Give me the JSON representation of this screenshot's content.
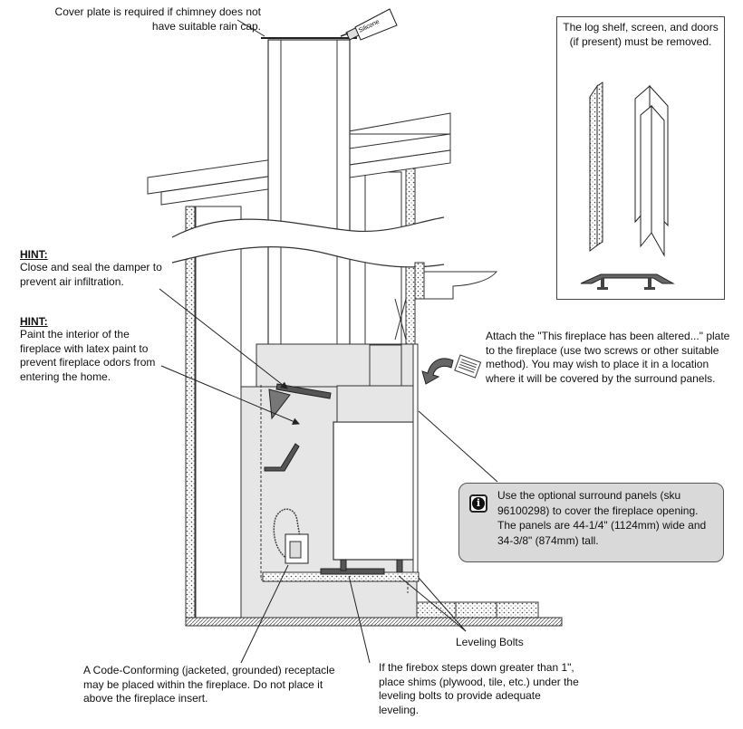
{
  "cover_plate_note": "Cover plate is required if chimney does not have suitable rain cap.",
  "silicone_label": "Silicone",
  "hint_damper": {
    "title": "HINT:",
    "text": "Close and seal the damper to prevent air infiltration."
  },
  "hint_paint": {
    "title": "HINT:",
    "text": "Paint the interior of the fireplace with latex paint to prevent fireplace odors from entering the home."
  },
  "inset_note": "The log shelf, screen, and doors (if present) must be removed.",
  "attach_plate_note": "Attach the \"This fireplace has been altered...\" plate to the fireplace (use two screws or other suitable method).  You may wish to place it in a location where it will be covered by the surround panels.",
  "info_box": {
    "icon": "info-icon",
    "text": "Use the optional surround panels (sku 96100298) to cover the fireplace opening. The panels are 44-1/4\" (1124mm) wide and 34-3/8\" (874mm) tall."
  },
  "leveling_bolts_label": "Leveling Bolts",
  "receptacle_note": "A Code-Conforming (jacketed, grounded) receptacle may be placed within the fireplace.  Do not place it above the fireplace insert.",
  "shims_note": "If the firebox steps down greater than 1\", place shims (plywood, tile, etc.) under the leveling bolts to provide adequate leveling.",
  "colors": {
    "line": "#333333",
    "panel_gray": "#e6e6e6",
    "dark_part": "#555555",
    "info_bg": "#d9d9d9"
  }
}
